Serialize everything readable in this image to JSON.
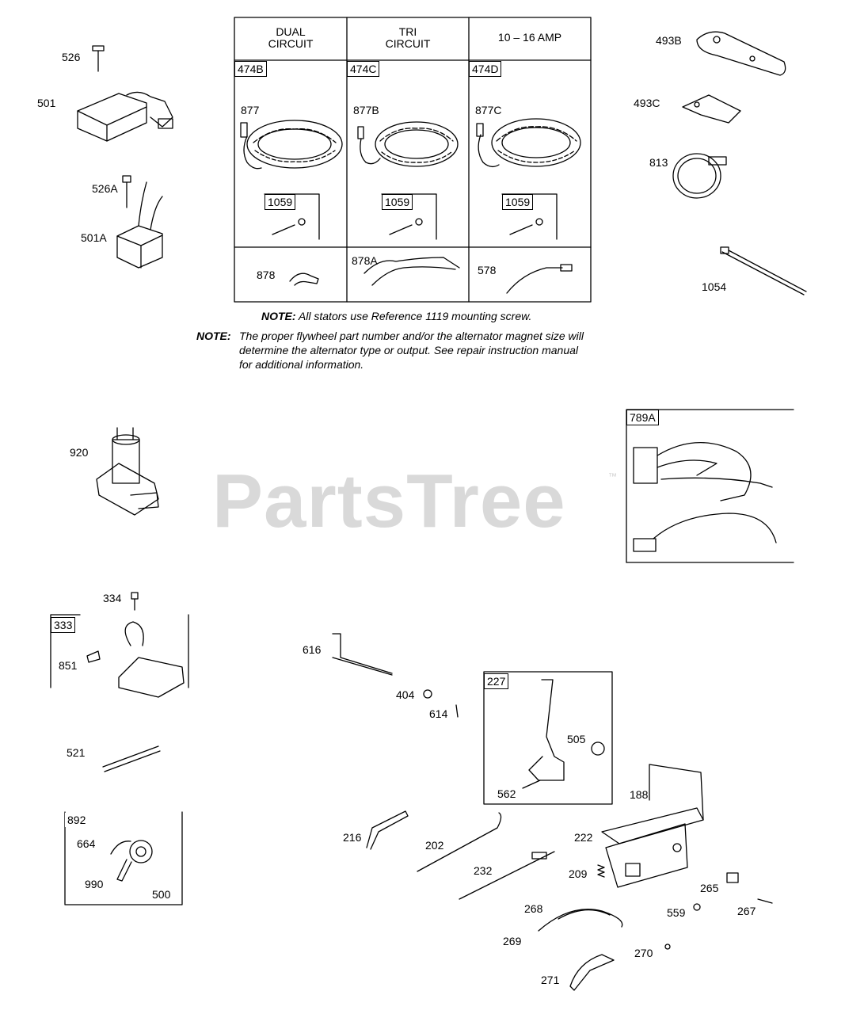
{
  "watermark": "PartsTree",
  "watermark_tm": "™",
  "table": {
    "headers": [
      "DUAL\nCIRCUIT",
      "TRI\nCIRCUIT",
      "10 – 16 AMP"
    ],
    "group_tags": [
      "474B",
      "474C",
      "474D"
    ],
    "stator_labels": [
      "877",
      "877B",
      "877C"
    ],
    "screw_tags": [
      "1059",
      "1059",
      "1059"
    ],
    "harness_labels": [
      "878",
      "878A",
      "578"
    ]
  },
  "notes": {
    "note1_prefix": "NOTE:",
    "note1_text": " All stators use Reference  1119 mounting screw.",
    "note2_prefix": "NOTE:",
    "note2_line1": "The proper flywheel part number and/or the alternator magnet size will",
    "note2_line2": "determine the alternator type or output. See repair instruction manual",
    "note2_line3": "for additional information."
  },
  "labels": {
    "p526": "526",
    "p501": "501",
    "p526A": "526A",
    "p501A": "501A",
    "p493B": "493B",
    "p493C": "493C",
    "p813": "813",
    "p1054": "1054",
    "p920": "920",
    "p789A": "789A",
    "p334": "334",
    "p333": "333",
    "p851": "851",
    "p521": "521",
    "p892": "892",
    "p664": "664",
    "p990": "990",
    "p500": "500",
    "p616": "616",
    "p404": "404",
    "p614": "614",
    "p227": "227",
    "p505": "505",
    "p562": "562",
    "p188": "188",
    "p216": "216",
    "p202": "202",
    "p222": "222",
    "p232": "232",
    "p209": "209",
    "p265": "265",
    "p267": "267",
    "p559": "559",
    "p268": "268",
    "p269": "269",
    "p270": "270",
    "p271": "271"
  }
}
